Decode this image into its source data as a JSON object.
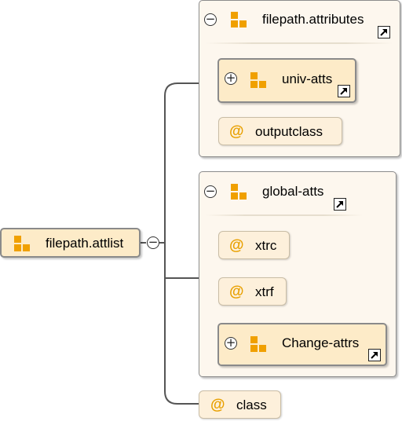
{
  "root": {
    "label": "filepath.attlist",
    "icon": "element-icon",
    "collapse_icon": "collapse-icon"
  },
  "groups": [
    {
      "title": "filepath.attributes",
      "children": [
        {
          "kind": "element",
          "label": "univ-atts",
          "expand_icon": "expand-icon",
          "reference": true
        },
        {
          "kind": "attribute",
          "label": "outputclass"
        }
      ]
    },
    {
      "title": "global-atts",
      "children": [
        {
          "kind": "attribute",
          "label": "xtrc"
        },
        {
          "kind": "attribute",
          "label": "xtrf"
        },
        {
          "kind": "element",
          "label": "Change-attrs",
          "expand_icon": "expand-icon",
          "reference": true
        }
      ]
    }
  ],
  "class_attribute": {
    "label": "class"
  },
  "symbols": {
    "attribute": "@",
    "collapse": "−",
    "expand": "+"
  },
  "colors": {
    "element_icon": "#f0a000",
    "attribute_icon": "#e8a000",
    "node_fill": "#fdebc8",
    "group_fill": "#fdf7ee",
    "connector": "#555555"
  }
}
